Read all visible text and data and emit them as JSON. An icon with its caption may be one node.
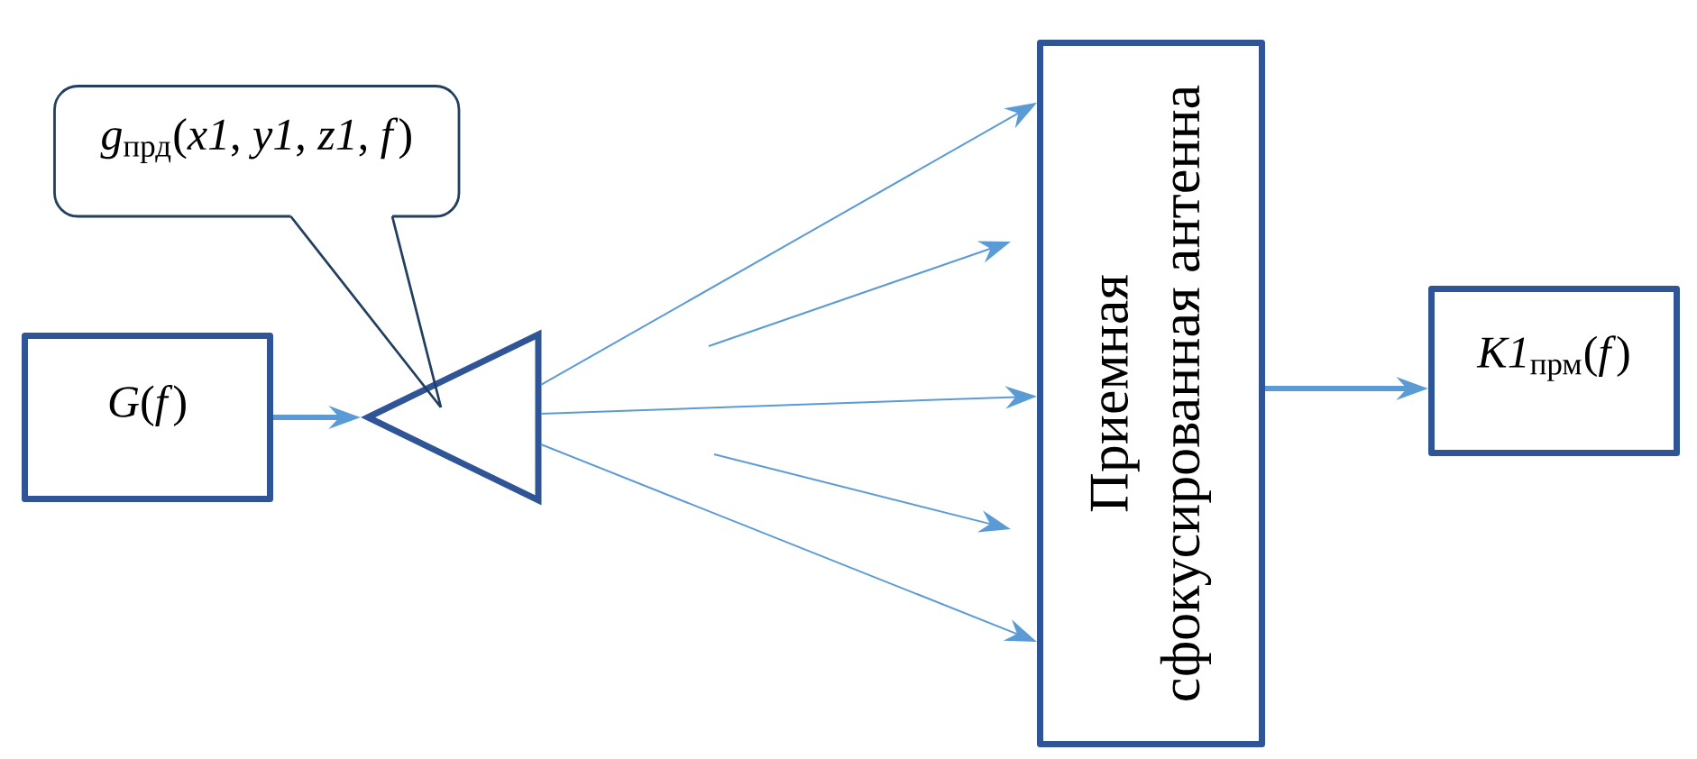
{
  "diagram": {
    "nodes": [
      {
        "text": [
          "*g*$_{прд}$(*x1*, *y1*, *z1*, *f*)"
        ]
      },
      {
        "text": [
          "*G*(*f*)"
        ]
      },
      {
        "text": [],
        "shape": "triangle"
      },
      {
        "text": [
          "Приемная сфокусированная антенна"
        ]
      },
      {
        "text": [
          "*K1*$_{прм}$(*f*)"
        ]
      }
    ],
    "edges": [
      {
        "from": 0,
        "to": 2,
        "arrow": "none",
        "color": "#223f5f"
      },
      {
        "from": 1,
        "to": 2,
        "arrow": "to",
        "style": "thick"
      },
      {
        "from": 2,
        "to": 3,
        "arrow": "to"
      },
      {
        "from": 2,
        "to": 3,
        "arrow": "to"
      },
      {
        "from": 2,
        "to": 3,
        "arrow": "to"
      },
      {
        "from": 3,
        "to": 4,
        "arrow": "to",
        "style": "thick"
      }
    ]
  }
}
